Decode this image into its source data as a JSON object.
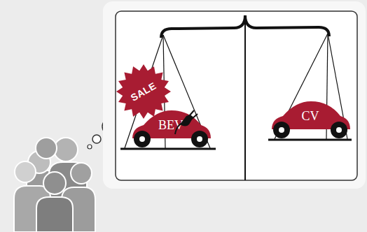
{
  "diagram": {
    "nodes": [
      {
        "text": [
          "SALE"
        ]
      },
      {
        "text": [
          "BEV"
        ]
      },
      {
        "text": [
          "CV"
        ]
      }
    ]
  }
}
